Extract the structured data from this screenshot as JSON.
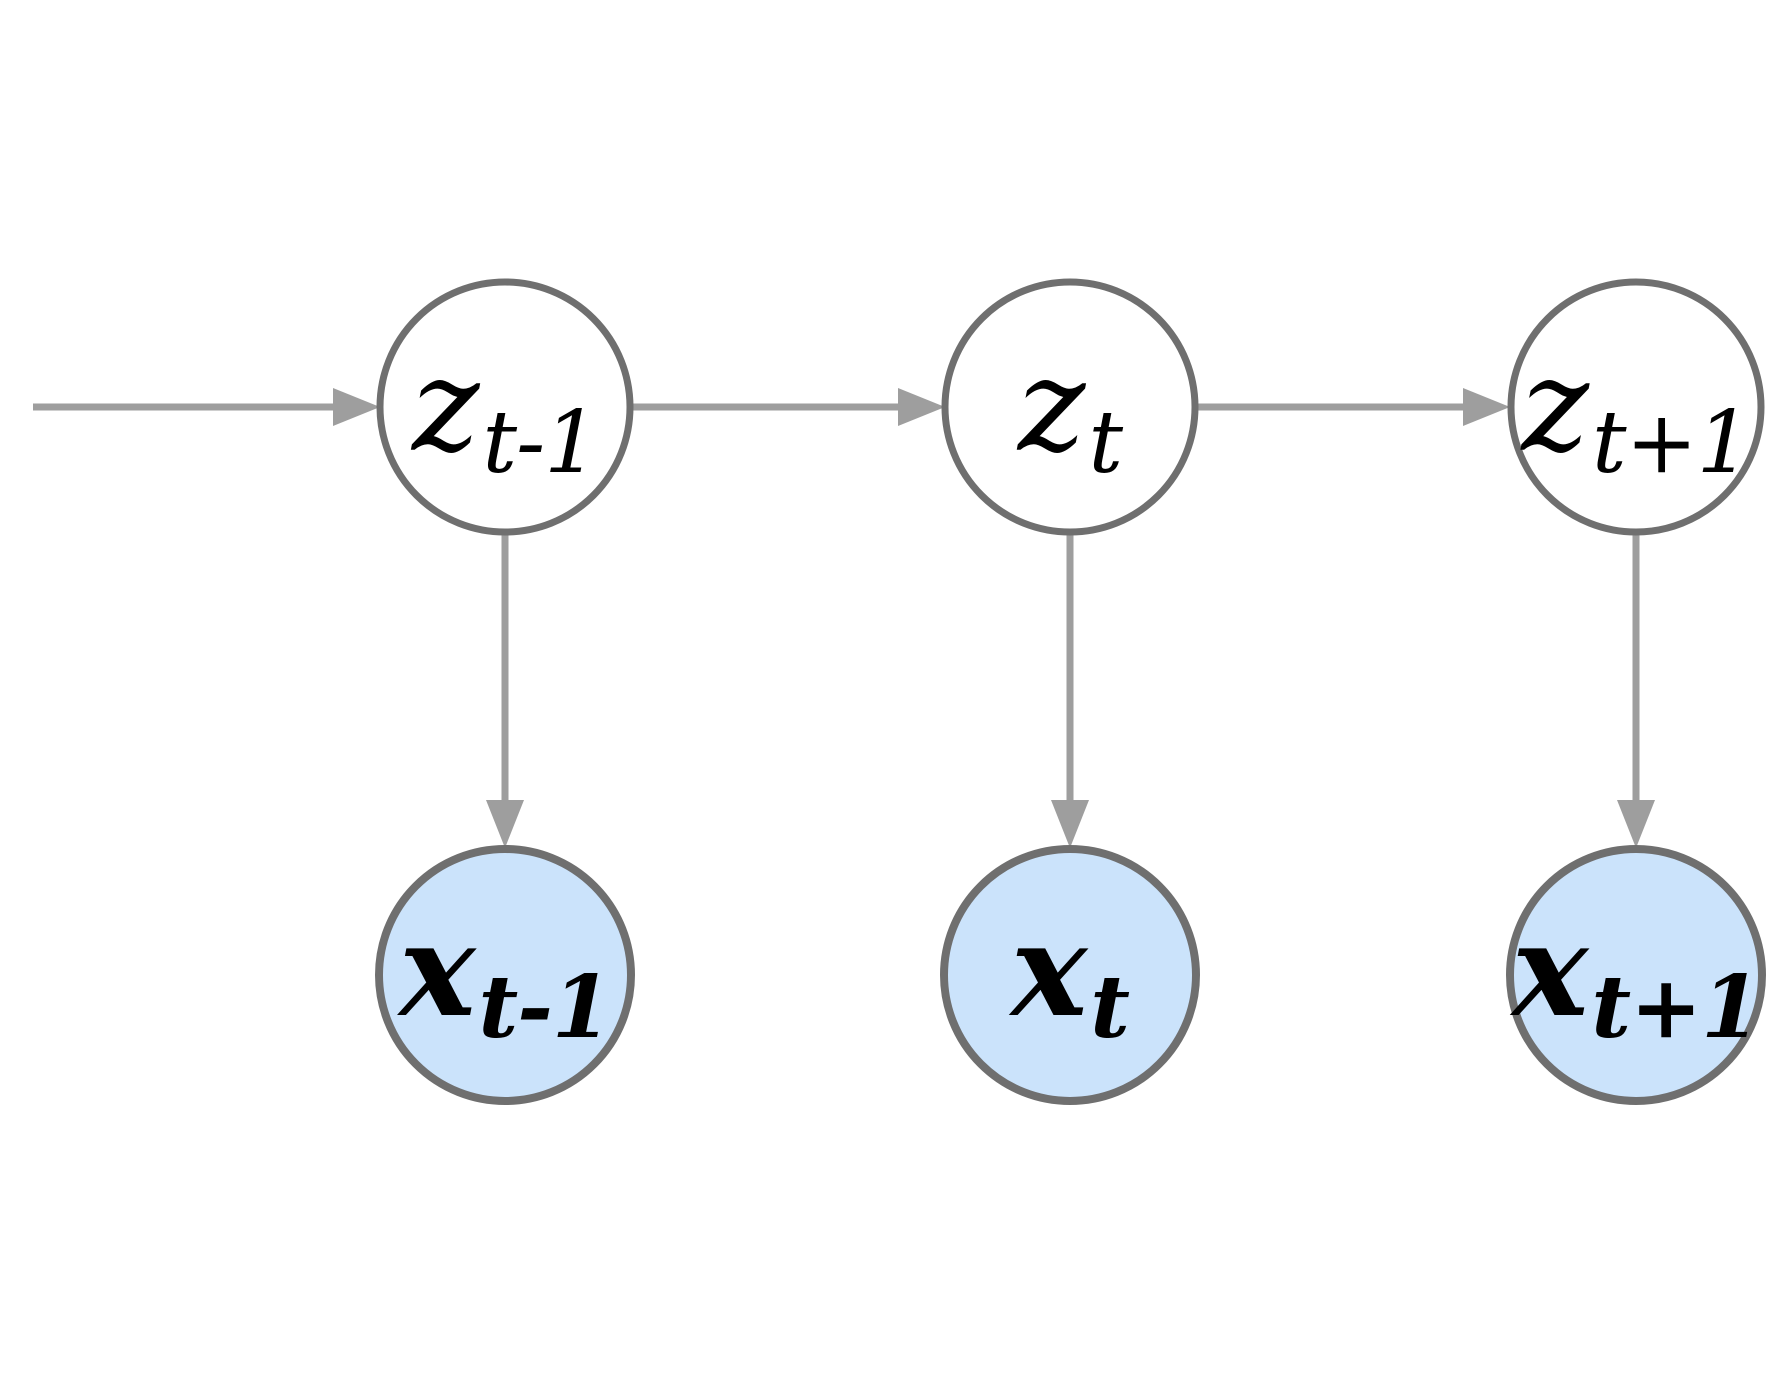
{
  "diagram": {
    "kind": "probabilistic-graphical-model",
    "description": "Hidden Markov model / state-space model unrolled over three time steps; latent chain z feeds observed nodes x"
  },
  "colors": {
    "background": "#ffffff",
    "node_stroke": "#6f6f6f",
    "latent_fill": "#ffffff",
    "observed_fill": "#cbe3fb",
    "edge": "#9e9e9e",
    "label": "#000000"
  },
  "nodes": [
    {
      "id": "z-t-minus-1",
      "main": "z",
      "sub": "t-1",
      "role": "latent"
    },
    {
      "id": "z-t",
      "main": "z",
      "sub": "t",
      "role": "latent"
    },
    {
      "id": "z-t-plus-1",
      "main": "z",
      "sub": "t+1",
      "role": "latent"
    },
    {
      "id": "x-t-minus-1",
      "main": "x",
      "sub": "t-1",
      "role": "observed"
    },
    {
      "id": "x-t",
      "main": "x",
      "sub": "t",
      "role": "observed"
    },
    {
      "id": "x-t-plus-1",
      "main": "x",
      "sub": "t+1",
      "role": "observed"
    }
  ],
  "edges": [
    {
      "from": "start",
      "to": "z-t-minus-1"
    },
    {
      "from": "z-t-minus-1",
      "to": "z-t"
    },
    {
      "from": "z-t",
      "to": "z-t-plus-1"
    },
    {
      "from": "z-t-minus-1",
      "to": "x-t-minus-1"
    },
    {
      "from": "z-t",
      "to": "x-t"
    },
    {
      "from": "z-t-plus-1",
      "to": "x-t-plus-1"
    }
  ]
}
